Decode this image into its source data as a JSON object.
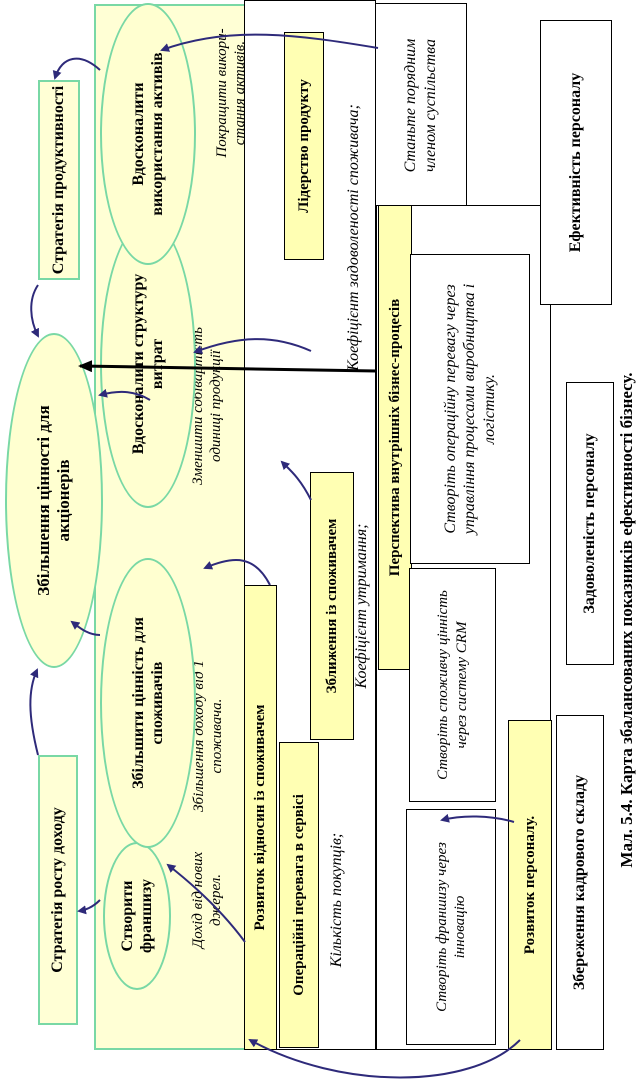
{
  "caption": "Мал. 5.4. Карта збалансованих показників ефективності бізнесу.",
  "financial": {
    "revenue_strategy": "Стратегія росту доходу",
    "productivity_strategy": "Стратегія продуктивності",
    "shareholder_value": "Збільшення цінності для акціонерів",
    "objectives": [
      "Створити франшизу",
      "Збільшити цінність для споживачів",
      "Вдосконалити структуру витрат",
      "Вдосконалити використання активів"
    ]
  },
  "financial_measures": [
    "Дохід від нових джерел.",
    "Збільшення доходу від 1 споживача.",
    "Зменшити собівартість одиниці продукції",
    "Покращити викори-стання активів."
  ],
  "customer": {
    "header": "Розвиток відносин із споживачем",
    "value_props": [
      "Операційні перевага в сервісі",
      "Зближення із споживачем",
      "Лідерство продукту"
    ],
    "measures": [
      "Кількість покупців;",
      "Коефіцієнт утримання;",
      "Коефіцієнт задоволеності споживача;"
    ],
    "good_citizen": "Станьте порядним членом суспільства"
  },
  "internal": {
    "header": "Перспектива внутрішніх бізнес-процесів",
    "items": [
      "Створіть франшизу через інновацію",
      "Створіть споживчу цінність через систему CRM",
      "Створіть операційну перевагу через управління процесами виробництва і логістику."
    ]
  },
  "learning": {
    "header": "Розвиток персоналу.",
    "items": [
      "Збереження кадрового складу",
      "Задоволеність персоналу",
      "Ефективність персоналу"
    ]
  },
  "colors": {
    "frame": "#79d8a5",
    "ellipse_fill": "#ffffd0",
    "header_fill": "#ffffb3",
    "arrow": "#2e2a7a"
  }
}
